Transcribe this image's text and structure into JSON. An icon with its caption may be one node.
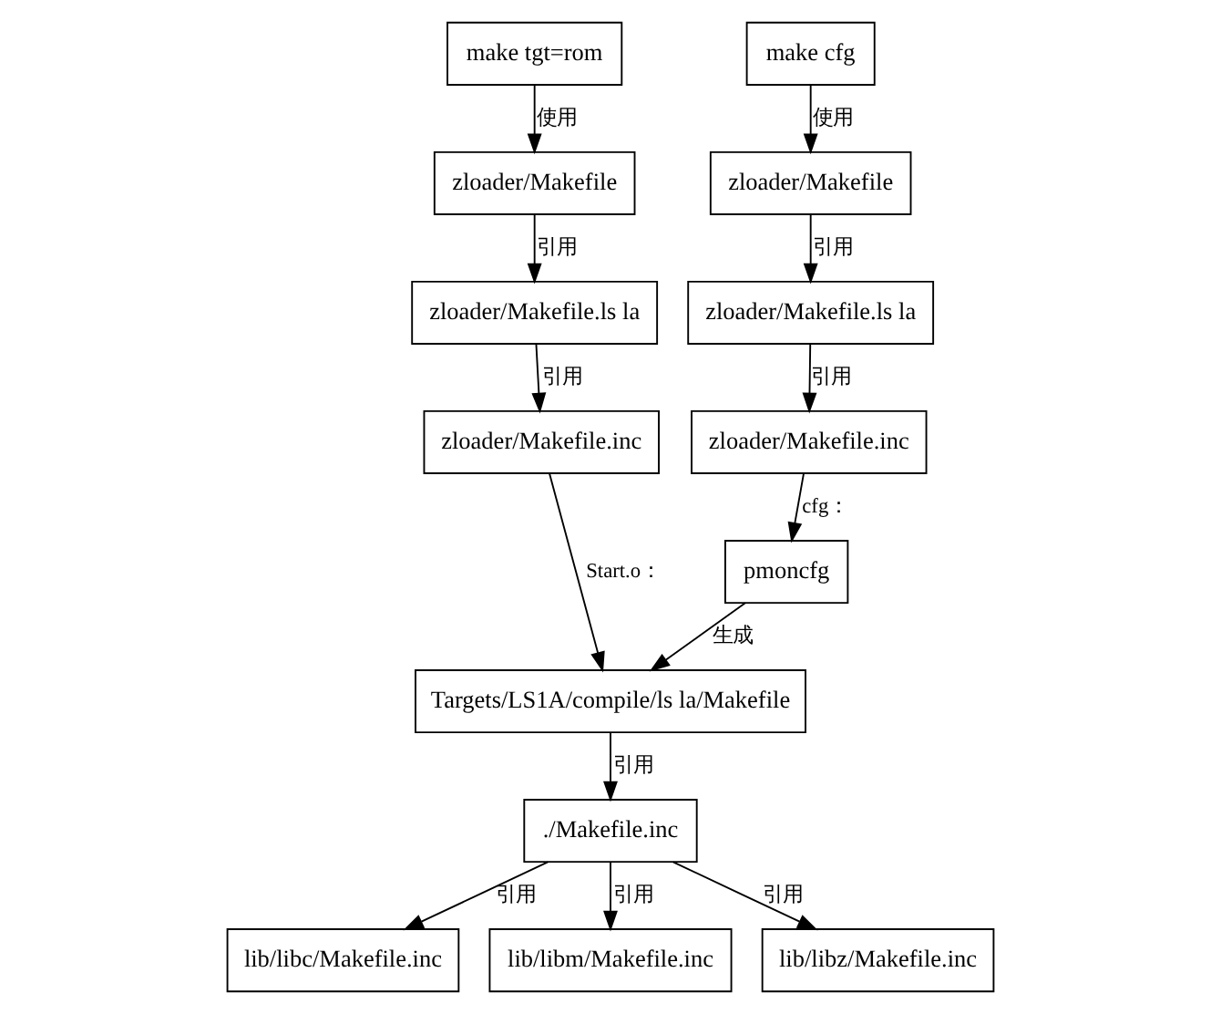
{
  "diagram": {
    "nodes": [
      {
        "text": [
          "make tgt=rom"
        ]
      },
      {
        "text": [
          "make cfg"
        ]
      },
      {
        "text": [
          "zloader/Makefile"
        ]
      },
      {
        "text": [
          "zloader/Makefile"
        ]
      },
      {
        "text": [
          "zloader/Makefile.ls la"
        ]
      },
      {
        "text": [
          "zloader/Makefile.ls la"
        ]
      },
      {
        "text": [
          "zloader/Makefile.inc"
        ]
      },
      {
        "text": [
          "zloader/Makefile.inc"
        ]
      },
      {
        "text": [
          "pmoncfg"
        ]
      },
      {
        "text": [
          "Targets/LS1A/compile/ls la/Makefile"
        ]
      },
      {
        "text": [
          "./Makefile.inc"
        ]
      },
      {
        "text": [
          "lib/libc/Makefile.inc"
        ]
      },
      {
        "text": [
          "lib/libm/Makefile.inc"
        ]
      },
      {
        "text": [
          "lib/libz/Makefile.inc"
        ]
      }
    ],
    "edges": [
      {
        "from": 0,
        "to": 2,
        "arrow": "to",
        "label": "使用"
      },
      {
        "from": 1,
        "to": 3,
        "arrow": "to",
        "label": "使用"
      },
      {
        "from": 2,
        "to": 4,
        "arrow": "to",
        "label": "引用"
      },
      {
        "from": 3,
        "to": 5,
        "arrow": "to",
        "label": "引用"
      },
      {
        "from": 4,
        "to": 6,
        "arrow": "to",
        "label": "引用"
      },
      {
        "from": 5,
        "to": 7,
        "arrow": "to",
        "label": "引用"
      },
      {
        "from": 6,
        "to": 9,
        "arrow": "to",
        "label": "Start.o："
      },
      {
        "from": 7,
        "to": 8,
        "arrow": "to",
        "label": "cfg："
      },
      {
        "from": 8,
        "to": 9,
        "arrow": "to",
        "label": "生成"
      },
      {
        "from": 9,
        "to": 10,
        "arrow": "to",
        "label": "引用"
      },
      {
        "from": 10,
        "to": 11,
        "arrow": "to",
        "label": "引用"
      },
      {
        "from": 10,
        "to": 12,
        "arrow": "to",
        "label": "引用"
      },
      {
        "from": 10,
        "to": 13,
        "arrow": "to",
        "label": "引用"
      }
    ]
  }
}
